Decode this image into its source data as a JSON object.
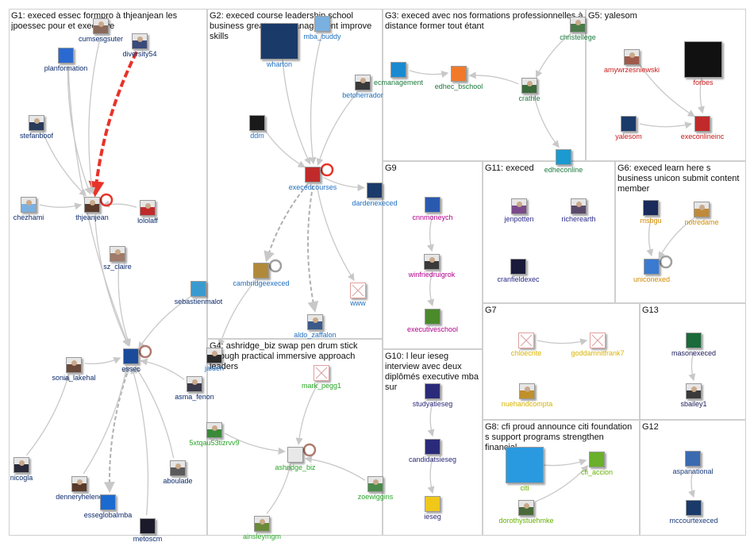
{
  "colors": {
    "border": "#cfcfcf",
    "edge": "#c8c8c8",
    "edge_strong": "#e8332a",
    "edge_dashed": "#b0b0b0",
    "g1": "#0b2a6b",
    "g2": "#1f6fbf",
    "g3": "#1f7a3f",
    "g4": "#2aa52a",
    "g5": "#c81a1a",
    "g6": "#d08a00",
    "g7": "#d8b400",
    "g8": "#66b000",
    "g9": "#b0008a",
    "g10": "#2a2a7a",
    "g11": "#2a2a8a",
    "g12": "#1a3a7a",
    "g13": "#1a1a5a"
  },
  "groups": [
    {
      "id": "G1",
      "title": "G1: execed essec formpro à thjeanjean les jpoessec pour et executive"
    },
    {
      "id": "G2",
      "title": "G2: execed course leadership school business great new management improve skills"
    },
    {
      "id": "G3",
      "title": "G3: execed avec nos formations professionnelles à distance former tout étant"
    },
    {
      "id": "G5",
      "title": "G5: yalesom"
    },
    {
      "id": "G9",
      "title": "G9"
    },
    {
      "id": "G11",
      "title": "G11: execed"
    },
    {
      "id": "G6",
      "title": "G6: execed learn here s business unicon submit content member"
    },
    {
      "id": "G4",
      "title": "G4: ashridge_biz swap pen drum stick through practical immersive approach leaders"
    },
    {
      "id": "G10",
      "title": "G10: l leur ieseg interview avec deux diplômés executive mba sur"
    },
    {
      "id": "G7",
      "title": "G7"
    },
    {
      "id": "G13",
      "title": "G13"
    },
    {
      "id": "G8",
      "title": "G8: cfi proud announce citi foundation s support programs strengthen financial"
    },
    {
      "id": "G12",
      "title": "G12"
    }
  ],
  "nodes": [
    {
      "id": "cumsesgsuter",
      "group": "g1",
      "icon": "person-icon",
      "fill": "#8a6a5a"
    },
    {
      "id": "diversity54",
      "group": "g1",
      "icon": "person-icon",
      "fill": "#3a4a7a"
    },
    {
      "id": "planformation",
      "group": "g1",
      "icon": "book-icon",
      "fill": "#2a6ad0"
    },
    {
      "id": "stefanboof",
      "group": "g1",
      "icon": "person-icon",
      "fill": "#2a3a5a"
    },
    {
      "id": "chezhami",
      "group": "g1",
      "icon": "person-icon",
      "fill": "#7ab0e0"
    },
    {
      "id": "thjeanjean",
      "group": "g1",
      "icon": "person-icon",
      "fill": "#5a3a2a"
    },
    {
      "id": "lololaff",
      "group": "g1",
      "icon": "person-icon",
      "fill": "#c02a2a"
    },
    {
      "id": "sz_claire",
      "group": "g1",
      "icon": "person-icon",
      "fill": "#a07a6a"
    },
    {
      "id": "sebastienmalot",
      "group": "g1",
      "icon": "logo-icon",
      "fill": "#3a9ad0"
    },
    {
      "id": "essec",
      "group": "g1",
      "icon": "essec-logo-icon",
      "fill": "#1a4a9a"
    },
    {
      "id": "sonia_lakehal",
      "group": "g1",
      "icon": "person-icon",
      "fill": "#6a4a3a"
    },
    {
      "id": "asma_fenon",
      "group": "g1",
      "icon": "person-icon",
      "fill": "#3a3a4a"
    },
    {
      "id": "aboulade",
      "group": "g1",
      "icon": "person-icon",
      "fill": "#5a5a5a"
    },
    {
      "id": "nicogla",
      "group": "g1",
      "icon": "person-icon",
      "fill": "#2a2a3a"
    },
    {
      "id": "dennerylelene",
      "label": "denneryhelene",
      "group": "g1",
      "icon": "person-icon",
      "fill": "#5a3a2a"
    },
    {
      "id": "esseglobalmba",
      "label": "esseglobalmba",
      "group": "g1",
      "icon": "essec-logo-icon",
      "fill": "#1a6ad0"
    },
    {
      "id": "metoscm",
      "group": "g1",
      "icon": "logo-icon",
      "fill": "#1a1a2a"
    },
    {
      "id": "wharton",
      "group": "g2",
      "icon": "wharton-logo-icon",
      "fill": "#1a3a6a"
    },
    {
      "id": "mba_buddy",
      "group": "g2",
      "icon": "logo-icon",
      "fill": "#7ab0e0"
    },
    {
      "id": "betoherrador",
      "group": "g2",
      "icon": "person-icon",
      "fill": "#3a3a3a"
    },
    {
      "id": "ddm",
      "group": "g2",
      "icon": "logo-icon",
      "fill": "#1a1a1a"
    },
    {
      "id": "execedcourses",
      "group": "g2",
      "icon": "logo-icon",
      "fill": "#c02a2a"
    },
    {
      "id": "dardenexeced",
      "group": "g2",
      "icon": "building-icon",
      "fill": "#1a3a6a"
    },
    {
      "id": "cambridgeexeced",
      "group": "g2",
      "icon": "cjbs-logo-icon",
      "fill": "#b08a3a"
    },
    {
      "id": "www",
      "group": "g2",
      "icon": "missing-image-icon",
      "fill": "#ffffff"
    },
    {
      "id": "aldo_zaffalon",
      "group": "g2",
      "icon": "person-icon",
      "fill": "#3a5a8a"
    },
    {
      "id": "jaiden",
      "group": "g2",
      "icon": "person-icon",
      "fill": "#2a2a2a"
    },
    {
      "id": "ecmanagement",
      "group": "g3",
      "icon": "logo-icon",
      "fill": "#1a8ad0"
    },
    {
      "id": "edhec_bschool",
      "group": "g3",
      "icon": "diamond-logo-icon",
      "fill": "#f07a2a"
    },
    {
      "id": "christellege",
      "group": "g3",
      "icon": "person-icon",
      "fill": "#4a7a4a"
    },
    {
      "id": "crathle",
      "group": "g3",
      "icon": "person-icon",
      "fill": "#3a6a3a"
    },
    {
      "id": "edheconline",
      "group": "g3",
      "icon": "diamond-logo-icon",
      "fill": "#1a9ad0"
    },
    {
      "id": "amywrzesniewski",
      "group": "g5",
      "icon": "person-icon",
      "fill": "#a05a4a"
    },
    {
      "id": "forbes",
      "group": "g5",
      "icon": "forbes-logo-icon",
      "fill": "#111111"
    },
    {
      "id": "yalesom",
      "group": "g5",
      "icon": "shield-icon",
      "fill": "#1a3a6a"
    },
    {
      "id": "execonlineinc",
      "group": "g5",
      "icon": "shield-icon",
      "fill": "#c02a2a"
    },
    {
      "id": "cnnmoneych",
      "group": "g9",
      "icon": "logo-icon",
      "fill": "#2a5ab0"
    },
    {
      "id": "winfriedruigrok",
      "group": "g9",
      "icon": "person-icon",
      "fill": "#3a3a3a"
    },
    {
      "id": "executiveschool",
      "group": "g9",
      "icon": "logo-icon",
      "fill": "#4a8a2a"
    },
    {
      "id": "jenpotten",
      "group": "g11",
      "icon": "person-icon",
      "fill": "#7a4a8a"
    },
    {
      "id": "richerearth",
      "group": "g11",
      "icon": "person-icon",
      "fill": "#5a4a6a"
    },
    {
      "id": "cranfieldexec",
      "group": "g11",
      "icon": "c-logo-icon",
      "fill": "#1a1a3a"
    },
    {
      "id": "msbgu",
      "group": "g6",
      "icon": "logo-icon",
      "fill": "#1a2a5a"
    },
    {
      "id": "notredame",
      "group": "g6",
      "icon": "person-icon",
      "fill": "#c08a3a"
    },
    {
      "id": "uniconexed",
      "group": "g6",
      "icon": "globe-icon",
      "fill": "#3a7ad0"
    },
    {
      "id": "mark_pegg",
      "label": "mark_pegg1",
      "group": "g4",
      "icon": "missing-image-icon",
      "fill": "#ffffff"
    },
    {
      "id": "5xtqau53tizrvv9",
      "group": "g4",
      "icon": "person-icon",
      "fill": "#3a8a3a"
    },
    {
      "id": "ashridge_biz",
      "group": "g4",
      "icon": "logo-icon",
      "fill": "#e8e8e8"
    },
    {
      "id": "zoewiggins",
      "group": "g4",
      "icon": "person-icon",
      "fill": "#4a8a4a"
    },
    {
      "id": "ainsleymgm",
      "group": "g4",
      "icon": "person-icon",
      "fill": "#6a8a3a"
    },
    {
      "id": "studyatieseg",
      "group": "g10",
      "icon": "ieseg-logo-icon",
      "fill": "#2a2a7a"
    },
    {
      "id": "candidatsieseg",
      "group": "g10",
      "icon": "ieseg-logo-icon",
      "fill": "#2a2a7a"
    },
    {
      "id": "ieseg",
      "group": "g10",
      "icon": "logo-icon",
      "fill": "#f0c81a"
    },
    {
      "id": "chloecnte",
      "group": "g7",
      "icon": "missing-image-icon",
      "fill": "#ffffff"
    },
    {
      "id": "goddamnitfrank7",
      "group": "g7",
      "icon": "missing-image-icon",
      "fill": "#ffffff"
    },
    {
      "id": "nuehandcompta",
      "group": "g7",
      "icon": "person-icon",
      "fill": "#c0902a"
    },
    {
      "id": "masonexeced",
      "group": "g13",
      "icon": "logo-icon",
      "fill": "#1a6a3a"
    },
    {
      "id": "sbailey1",
      "group": "g13",
      "icon": "person-icon",
      "fill": "#3a3a3a"
    },
    {
      "id": "citi",
      "group": "g8",
      "icon": "citi-logo-icon",
      "fill": "#2a9ae0"
    },
    {
      "id": "cfi_accion",
      "group": "g8",
      "icon": "logo-icon",
      "fill": "#6ab02a"
    },
    {
      "id": "dorothystuehmke",
      "group": "g8",
      "icon": "person-icon",
      "fill": "#4a6a3a"
    },
    {
      "id": "aspanational",
      "group": "g12",
      "icon": "logo-icon",
      "fill": "#3a6ab0"
    },
    {
      "id": "mccourtexeced",
      "group": "g12",
      "icon": "logo-icon",
      "fill": "#1a3a6a"
    }
  ],
  "edges": [
    [
      "diversity54",
      "thjeanjean"
    ],
    [
      "planformation",
      "thjeanjean"
    ],
    [
      "stefanboof",
      "thjeanjean"
    ],
    [
      "chezhami",
      "thjeanjean"
    ],
    [
      "cumsesgsuter",
      "thjeanjean"
    ],
    [
      "thjeanjean",
      "essec"
    ],
    [
      "lololaff",
      "thjeanjean"
    ],
    [
      "sz_claire",
      "essec"
    ],
    [
      "sebastienmalot",
      "essec"
    ],
    [
      "sonia_lakehal",
      "essec"
    ],
    [
      "asma_fenon",
      "essec"
    ],
    [
      "essec",
      "esseglobalmba"
    ],
    [
      "nicogla",
      "sonia_lakehal"
    ],
    [
      "dennerylelene",
      "essec"
    ],
    [
      "aboulade",
      "essec"
    ],
    [
      "metoscm",
      "essec"
    ],
    [
      "planformation",
      "essec"
    ],
    [
      "wharton",
      "execedcourses"
    ],
    [
      "mba_buddy",
      "execedcourses"
    ],
    [
      "betoherrador",
      "execedcourses"
    ],
    [
      "ddm",
      "execedcourses"
    ],
    [
      "execedcourses",
      "dardenexeced"
    ],
    [
      "execedcourses",
      "cambridgeexeced"
    ],
    [
      "execedcourses",
      "www"
    ],
    [
      "execedcourses",
      "aldo_zaffalon"
    ],
    [
      "cambridgeexeced",
      "jaiden"
    ],
    [
      "ecmanagement",
      "edhec_bschool"
    ],
    [
      "christellege",
      "crathle"
    ],
    [
      "crathle",
      "edhec_bschool"
    ],
    [
      "crathle",
      "edheconline"
    ],
    [
      "amywrzesniewski",
      "execonlineinc"
    ],
    [
      "forbes",
      "execonlineinc"
    ],
    [
      "yalesom",
      "execonlineinc"
    ],
    [
      "cnnmoneych",
      "winfriedruigrok"
    ],
    [
      "winfriedruigrok",
      "executiveschool"
    ],
    [
      "notredame",
      "uniconexed"
    ],
    [
      "msbgu",
      "uniconexed"
    ],
    [
      "mark_pegg",
      "ashridge_biz"
    ],
    [
      "5xtqau53tizrvv9",
      "ashridge_biz"
    ],
    [
      "zoewiggins",
      "ashridge_biz"
    ],
    [
      "ainsleymgm",
      "ashridge_biz"
    ],
    [
      "studyatieseg",
      "candidatsieseg"
    ],
    [
      "candidatsieseg",
      "ieseg"
    ],
    [
      "chloecnte",
      "goddamnitfrank7"
    ],
    [
      "masonexeced",
      "sbailey1"
    ],
    [
      "citi",
      "cfi_accion"
    ],
    [
      "dorothystuehmke",
      "cfi_accion"
    ],
    [
      "aspanational",
      "mccourtexeced"
    ]
  ],
  "strong_edges": [
    [
      "diversity54",
      "thjeanjean"
    ]
  ],
  "dashed_edges": [
    [
      "essec",
      "esseglobalmba"
    ],
    [
      "execedcourses",
      "cambridgeexeced"
    ],
    [
      "execedcourses",
      "aldo_zaffalon"
    ]
  ]
}
